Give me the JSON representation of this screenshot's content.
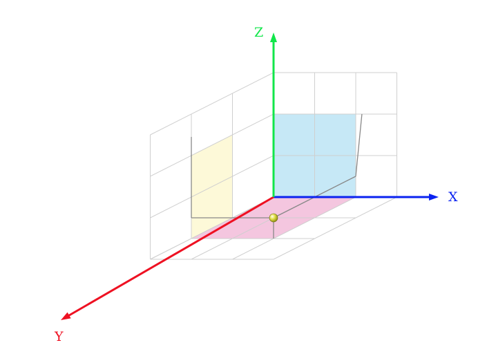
{
  "diagram": {
    "axes": {
      "x": {
        "label": "X",
        "color": "#0a22f0"
      },
      "y": {
        "label": "Y",
        "color": "#ee1122"
      },
      "z": {
        "label": "Z",
        "color": "#11e64a"
      }
    },
    "point": {
      "x": 2,
      "y": 2,
      "z": 0.5,
      "color": "#e2e04a"
    },
    "grid": {
      "x_range": [
        0,
        3
      ],
      "y_range": [
        0,
        3
      ],
      "z_range": [
        0,
        3
      ],
      "color": "#cfcfcf"
    },
    "planes": {
      "xy": {
        "color": "#f4c6df"
      },
      "xz": {
        "color": "#c6e8f6"
      },
      "yz": {
        "color": "#fdf9d8"
      }
    },
    "projection_line_color": "#888888"
  }
}
